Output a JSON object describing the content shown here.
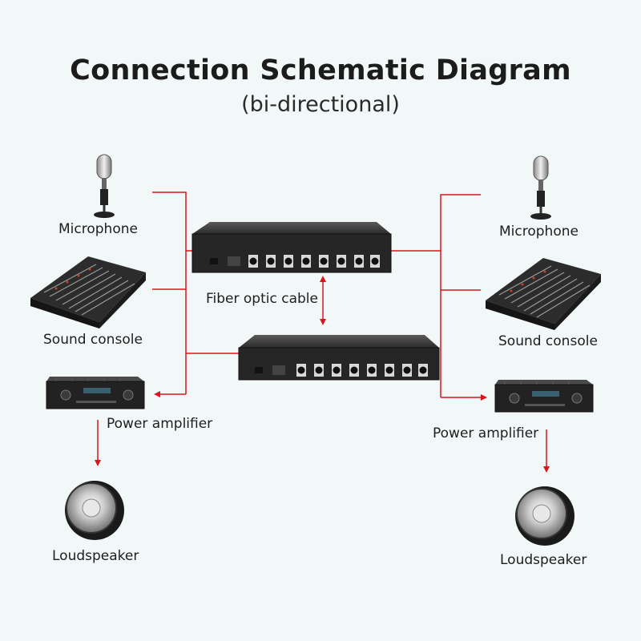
{
  "title": "Connection Schematic Diagram",
  "subtitle": "(bi-directional)",
  "left": {
    "microphone": "Microphone",
    "sound_console": "Sound console",
    "power_amplifier": "Power amplifier",
    "loudspeaker": "Loudspeaker"
  },
  "right": {
    "microphone": "Microphone",
    "sound_console": "Sound console",
    "power_amplifier": "Power amplifier",
    "loudspeaker": "Loudspeaker"
  },
  "center": {
    "fiber_label": "Fiber optic cable"
  },
  "colors": {
    "line": "#d9161c",
    "device_body": "#2a2a2a",
    "background": "#f2f7f8"
  }
}
